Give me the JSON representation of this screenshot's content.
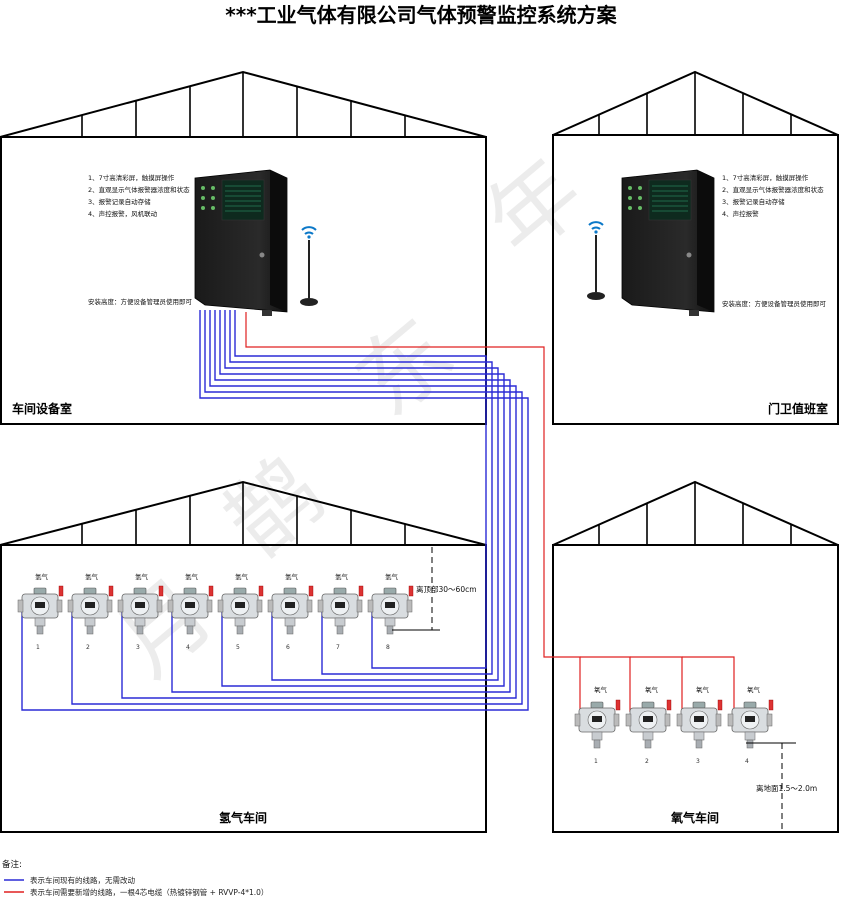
{
  "title": "***工业气体有限公司气体预警监控系统方案",
  "rooms": {
    "equipment_room": "车间设备室",
    "guard_room": "门卫值班室",
    "hydrogen_workshop": "氢气车间",
    "oxygen_workshop": "氧气车间"
  },
  "controller_features": [
    "1、7寸高清彩屏，触摸屏操作",
    "2、直观显示气体报警器浓度和状态",
    "3、报警记录自动存储",
    "4、声控报警，风机联动"
  ],
  "guard_features": [
    "1、7寸高清彩屏，触摸屏操作",
    "2、直观显示气体报警器浓度和状态",
    "3、报警记录自动存储",
    "4、声控报警"
  ],
  "install_note": "安装高度：方便设备管理员使用即可",
  "hydrogen_detectors": [
    {
      "gas": "氢气",
      "num": "1"
    },
    {
      "gas": "氢气",
      "num": "2"
    },
    {
      "gas": "氢气",
      "num": "3"
    },
    {
      "gas": "氢气",
      "num": "4"
    },
    {
      "gas": "氢气",
      "num": "5"
    },
    {
      "gas": "氢气",
      "num": "6"
    },
    {
      "gas": "氢气",
      "num": "7"
    },
    {
      "gas": "氢气",
      "num": "8"
    }
  ],
  "oxygen_detectors": [
    {
      "gas": "氧气",
      "num": "1"
    },
    {
      "gas": "氧气",
      "num": "2"
    },
    {
      "gas": "氧气",
      "num": "3"
    },
    {
      "gas": "氧气",
      "num": "4"
    }
  ],
  "hydrogen_height": "离顶部30～60cm",
  "oxygen_height": "离地面1.5～2.0m",
  "legend": {
    "heading": "备注:",
    "existing": "表示车间现有的线路，无需改动",
    "new": "表示车间需要新增的线路，一根4芯电缆（热镀锌钢管 + RVVP-4*1.0）",
    "existing_color": "#2b2bd6",
    "new_color": "#e02020"
  }
}
